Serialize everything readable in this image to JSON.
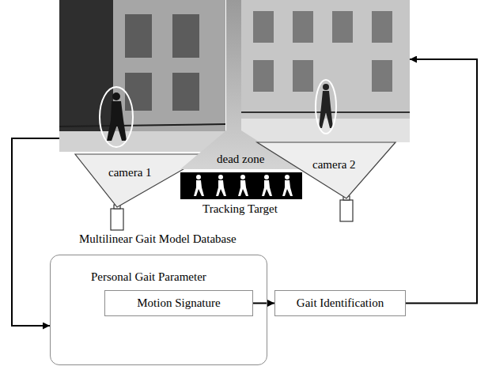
{
  "diagram": {
    "nodes": [
      {
        "text": [
          "camera 1"
        ]
      },
      {
        "text": [
          "dead zone"
        ]
      },
      {
        "text": [
          "camera 2"
        ]
      },
      {
        "text": [
          "Multilinear Gait Model Database",
          "Personal Gait Parameter"
        ]
      },
      {
        "text": [
          "Motion Signature"
        ],
        "in": 3
      },
      {
        "text": [
          "Gait Identification"
        ]
      }
    ],
    "edges": [
      {
        "from": 0,
        "to": 3,
        "arrow": "to"
      },
      {
        "from": 4,
        "to": 5,
        "arrow": "to"
      },
      {
        "from": 5,
        "to": 2,
        "arrow": "to"
      }
    ],
    "labels": [
      "Tracking Target"
    ]
  }
}
